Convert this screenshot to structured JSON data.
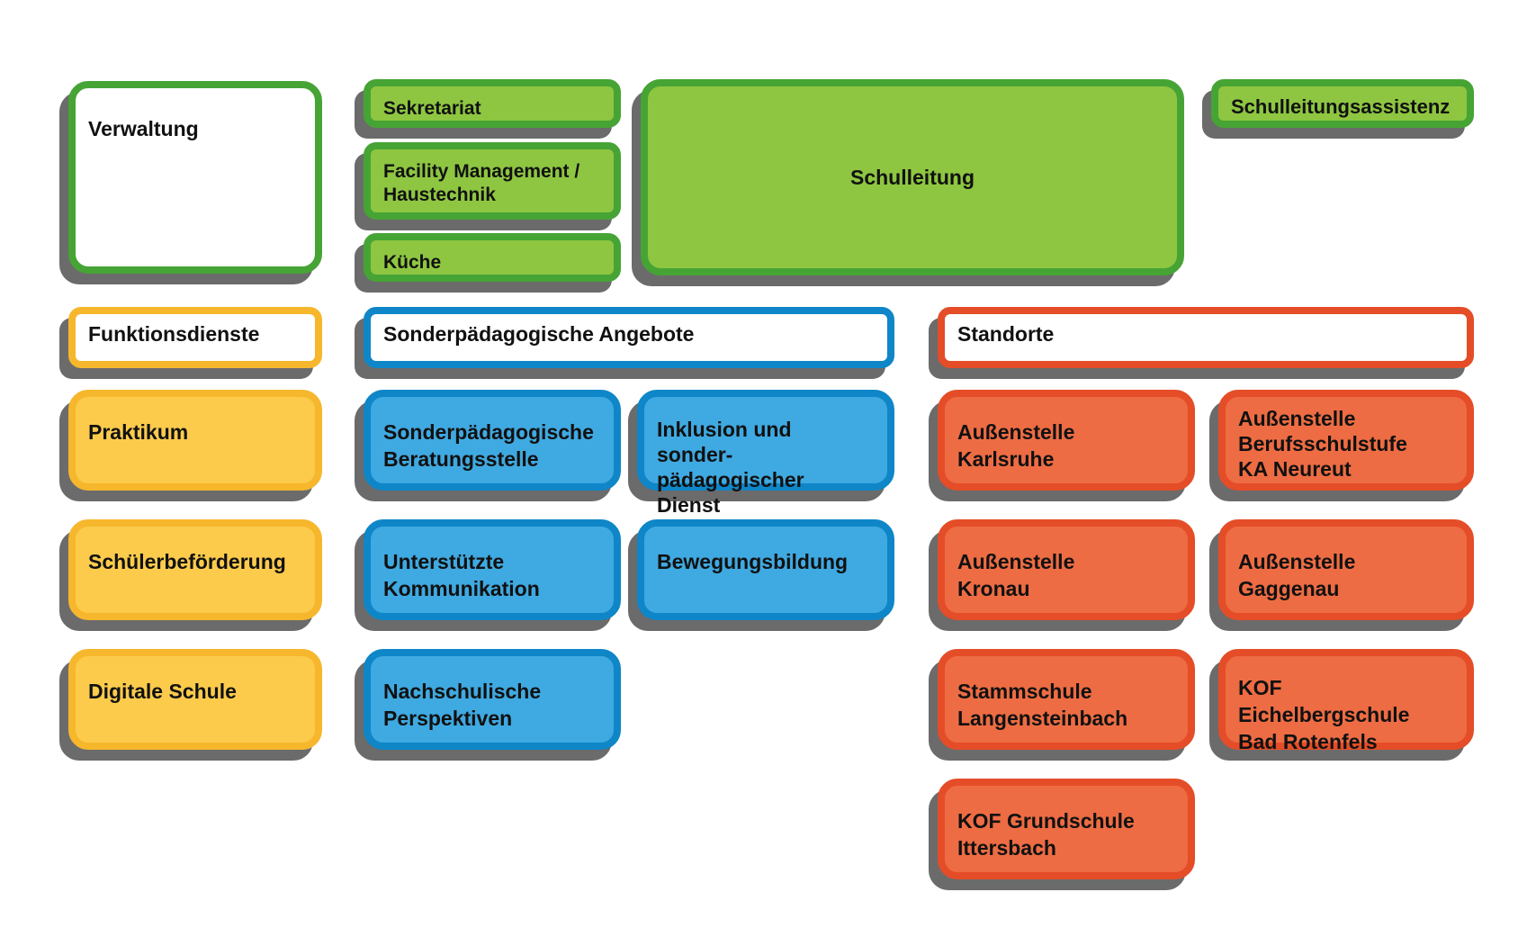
{
  "colors": {
    "green": "#8ec641",
    "green_border": "#46a435",
    "yellow": "#fccb4c",
    "yellow_border": "#f6b72c",
    "blue": "#3fa9e1",
    "blue_border": "#0e86c8",
    "orange": "#ee6c43",
    "orange_border": "#e44d27",
    "shadow": "#6b6b6b"
  },
  "top": {
    "verwaltung": "Verwaltung",
    "sekretariat": "Sekretariat",
    "facility": "Facility Management /\nHaustechnik",
    "kueche": "Küche",
    "schulleitung": "Schulleitung",
    "assistenz": "Schulleitungsassistenz"
  },
  "funktionsdienste": {
    "header": "Funktionsdienste",
    "items": [
      "Praktikum",
      "Schülerbeförderung",
      "Digitale Schule"
    ]
  },
  "sonderpaedagogik": {
    "header": "Sonderpädagogische Angebote",
    "items": [
      "Sonderpädagogische\nBeratungsstelle",
      "Inklusion und sonder-\npädagogischer Dienst",
      "Unterstützte\nKommunikation",
      "Bewegungsbildung",
      "Nachschulische\nPerspektiven"
    ]
  },
  "standorte": {
    "header": "Standorte",
    "items": [
      "Außenstelle\nKarlsruhe",
      "Außenstelle\nBerufsschulstufe\nKA Neureut",
      "Außenstelle\nKronau",
      "Außenstelle\nGaggenau",
      "Stammschule\nLangensteinbach",
      "KOF Eichelbergschule\nBad Rotenfels",
      "KOF Grundschule\nIttersbach"
    ]
  }
}
